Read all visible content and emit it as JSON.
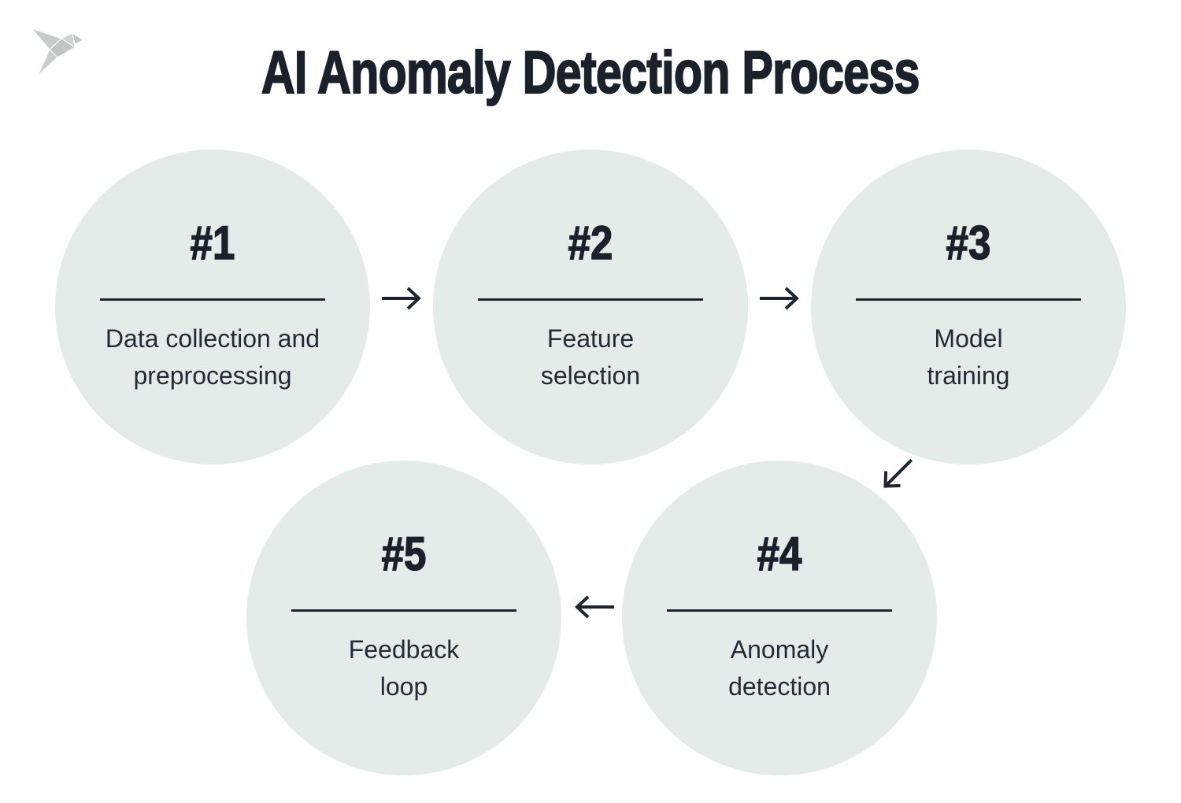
{
  "title": "AI Anomaly Detection Process",
  "logo": {
    "icon": "origami-bird",
    "color": "#c7c9c8"
  },
  "colors": {
    "background": "#ffffff",
    "circle_fill": "#e5ebe9",
    "heading_text": "#1a212b",
    "body_text": "#232b34",
    "line_and_arrow": "#1d242d"
  },
  "steps": [
    {
      "number": "#1",
      "label_lines": [
        "Data collection and",
        "preprocessing"
      ]
    },
    {
      "number": "#2",
      "label_lines": [
        "Feature",
        "selection"
      ]
    },
    {
      "number": "#3",
      "label_lines": [
        "Model",
        "training"
      ]
    },
    {
      "number": "#4",
      "label_lines": [
        "Anomaly",
        "detection"
      ]
    },
    {
      "number": "#5",
      "label_lines": [
        "Feedback",
        "loop"
      ]
    }
  ],
  "arrows": [
    {
      "name": "arrow-step1-to-step2",
      "direction": "right"
    },
    {
      "name": "arrow-step2-to-step3",
      "direction": "right"
    },
    {
      "name": "arrow-step3-to-step4",
      "direction": "down-left"
    },
    {
      "name": "arrow-step4-to-step5",
      "direction": "left"
    }
  ]
}
